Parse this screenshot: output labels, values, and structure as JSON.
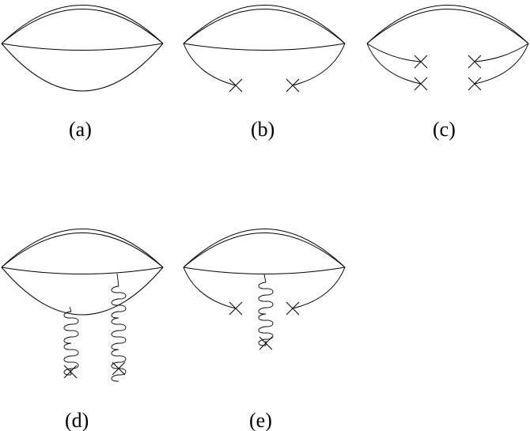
{
  "diagrams": [
    {
      "label": "(a)"
    },
    {
      "label": "(b)"
    },
    {
      "label": "(c)"
    },
    {
      "label": "(d)"
    },
    {
      "label": "(e)"
    }
  ]
}
